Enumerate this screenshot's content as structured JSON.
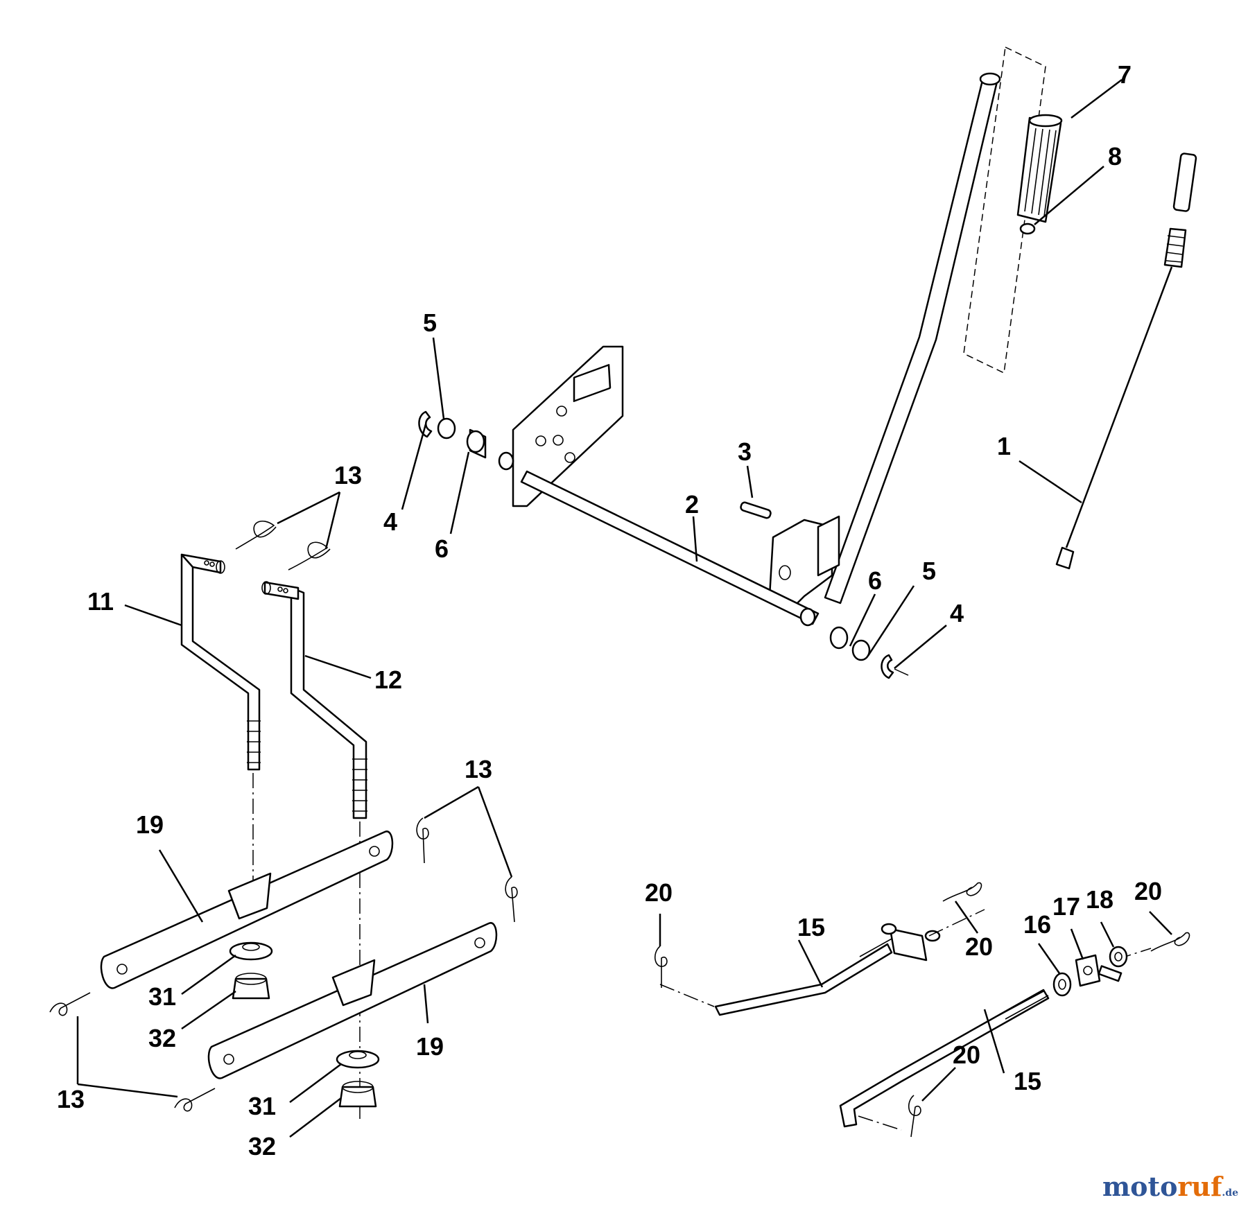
{
  "callouts": {
    "c1": "1",
    "c2": "2",
    "c3": "3",
    "c4a": "4",
    "c4b": "4",
    "c5a": "5",
    "c5b": "5",
    "c6a": "6",
    "c6b": "6",
    "c7": "7",
    "c8": "8",
    "c11": "11",
    "c12": "12",
    "c13a": "13",
    "c13b": "13",
    "c13c": "13",
    "c15a": "15",
    "c15b": "15",
    "c16": "16",
    "c17": "17",
    "c18": "18",
    "c19a": "19",
    "c19b": "19",
    "c20a": "20",
    "c20b": "20",
    "c20c": "20",
    "c20d": "20",
    "c31a": "31",
    "c31b": "31",
    "c32a": "32",
    "c32b": "32"
  },
  "watermark": {
    "brand_a": "moto",
    "brand_b": "ruf",
    "suffix": ".de"
  },
  "colors": {
    "watermark_blue": "#2f5597",
    "watermark_orange": "#e36c09"
  }
}
